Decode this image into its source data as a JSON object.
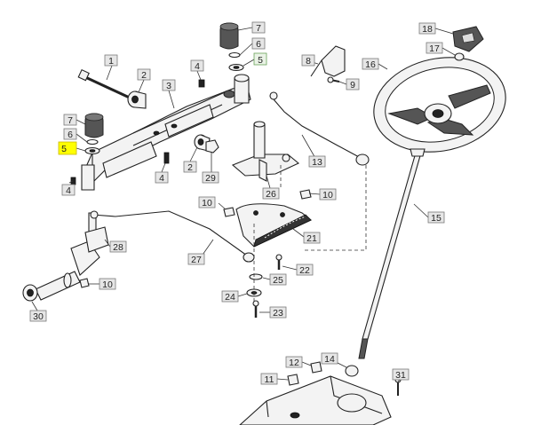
{
  "diagram": {
    "callouts": [
      {
        "label": "1",
        "part": "tie-rod-bolt"
      },
      {
        "label": "2",
        "part": "bushing-upper"
      },
      {
        "label": "3",
        "part": "front-axle"
      },
      {
        "label": "4",
        "part": "grease-fitting-top"
      },
      {
        "label": "7",
        "part": "bumper-right"
      },
      {
        "label": "6",
        "part": "retaining-ring-right"
      },
      {
        "label": "5",
        "part": "washer-right",
        "style": "green"
      },
      {
        "label": "7",
        "part": "bumper-left"
      },
      {
        "label": "6",
        "part": "retaining-ring-left"
      },
      {
        "label": "5",
        "part": "washer-left",
        "style": "highlight"
      },
      {
        "label": "4",
        "part": "grease-fitting-left"
      },
      {
        "label": "2",
        "part": "bushing-lower"
      },
      {
        "label": "4",
        "part": "grease-fitting-center"
      },
      {
        "label": "29",
        "part": "nut-axle"
      },
      {
        "label": "8",
        "part": "bracket"
      },
      {
        "label": "9",
        "part": "bracket-screw"
      },
      {
        "label": "13",
        "part": "drag-link-right"
      },
      {
        "label": "26",
        "part": "steering-arm"
      },
      {
        "label": "10",
        "part": "nut-sector-right"
      },
      {
        "label": "10",
        "part": "nut-sector-left"
      },
      {
        "label": "21",
        "part": "sector-gear"
      },
      {
        "label": "27",
        "part": "drag-link-left"
      },
      {
        "label": "28",
        "part": "spindle-bracket"
      },
      {
        "label": "10",
        "part": "nut-spindle"
      },
      {
        "label": "30",
        "part": "spindle"
      },
      {
        "label": "22",
        "part": "bolt-sector"
      },
      {
        "label": "25",
        "part": "washer-sector"
      },
      {
        "label": "24",
        "part": "spacer-sector"
      },
      {
        "label": "23",
        "part": "bolt-lower"
      },
      {
        "label": "18",
        "part": "steering-cap"
      },
      {
        "label": "17",
        "part": "nut-wheel"
      },
      {
        "label": "16",
        "part": "steering-wheel"
      },
      {
        "label": "15",
        "part": "steering-shaft"
      },
      {
        "label": "12",
        "part": "nut-bracket"
      },
      {
        "label": "14",
        "part": "bushing-shaft"
      },
      {
        "label": "11",
        "part": "nut-support"
      },
      {
        "label": "31",
        "part": "screw-support"
      }
    ]
  }
}
